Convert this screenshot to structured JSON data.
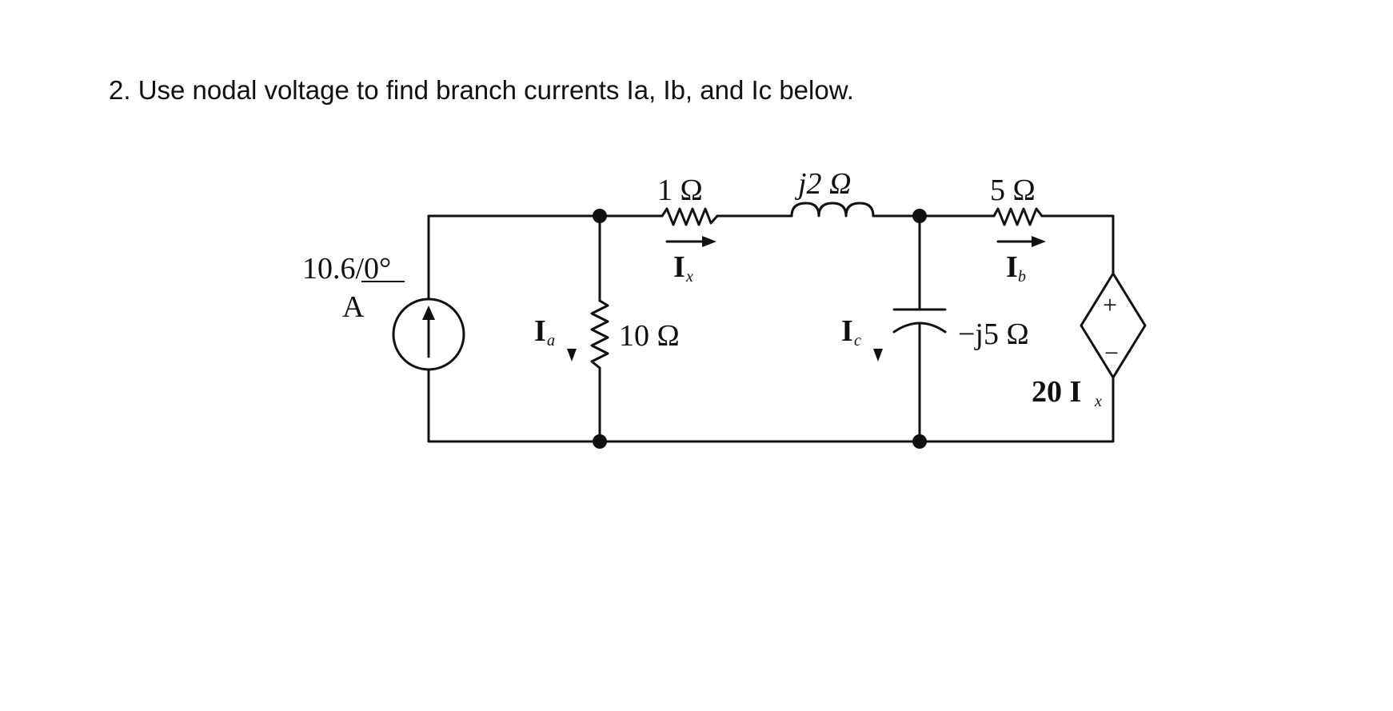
{
  "problem": {
    "text": "2. Use nodal voltage to find branch currents Ia, Ib, and Ic below."
  },
  "circuit": {
    "source": {
      "value": "10.6/0°",
      "unit": "A"
    },
    "r1": "1 Ω",
    "l1": "j2 Ω",
    "r5": "5 Ω",
    "r10": "10 Ω",
    "cap": "−j5 Ω",
    "dep": "20 I",
    "dep_sub": "x",
    "ix": {
      "main": "I",
      "sub": "x"
    },
    "ib": {
      "main": "I",
      "sub": "b"
    },
    "ia": {
      "main": "I",
      "sub": "a"
    },
    "ic": {
      "main": "I",
      "sub": "c"
    },
    "plus": "+",
    "minus": "−"
  }
}
